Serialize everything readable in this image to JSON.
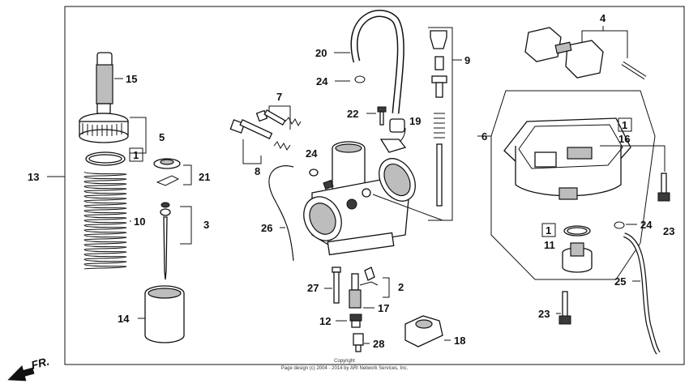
{
  "callouts": {
    "c1": "1",
    "c1b": "1",
    "c1c": "1",
    "c2": "2",
    "c3": "3",
    "c4": "4",
    "c5": "5",
    "c6": "6",
    "c7": "7",
    "c8": "8",
    "c9": "9",
    "c10": "10",
    "c11": "11",
    "c12": "12",
    "c13": "13",
    "c14": "14",
    "c15": "15",
    "c16": "16",
    "c17": "17",
    "c18": "18",
    "c19": "19",
    "c20": "20",
    "c21": "21",
    "c22": "22",
    "c23a": "23",
    "c23b": "23",
    "c24a": "24",
    "c24b": "24",
    "c24c": "24",
    "c25": "25",
    "c26": "26",
    "c27": "27",
    "c28": "28"
  },
  "direction": {
    "label": "FR."
  },
  "footer": {
    "line1": "Copyright",
    "line2": "Page design (c) 2004 - 2014 by ARI Network Services, Inc."
  }
}
